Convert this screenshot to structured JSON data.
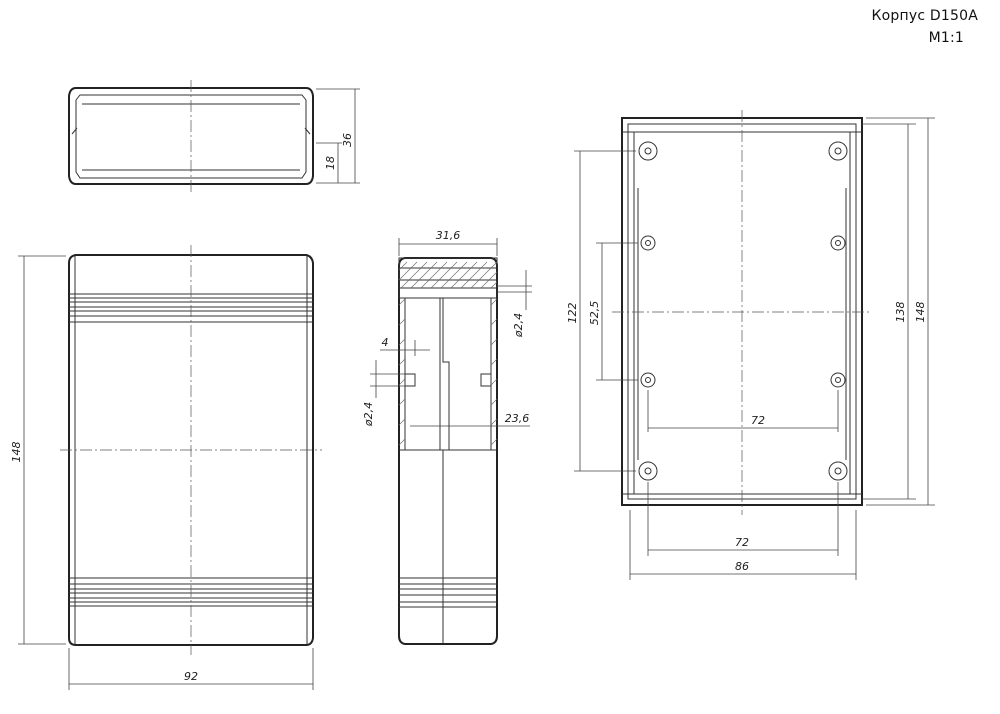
{
  "title": {
    "line1": "Корпус D150A",
    "line2": "M1:1"
  },
  "dimensions": {
    "top_height_36": "36",
    "top_height_18": "18",
    "front_height_148": "148",
    "front_width_92": "92",
    "section_width_31_6": "31,6",
    "section_wall_2_4": "ø2,4",
    "section_slot_4": "4",
    "section_hole_2_4": "ø2,4",
    "section_inner_23_6": "23,6",
    "inside_122": "122",
    "inside_52_5": "52,5",
    "inside_72_inner": "72",
    "inside_138": "138",
    "inside_148": "148",
    "inside_72_outer": "72",
    "inside_86": "86"
  }
}
